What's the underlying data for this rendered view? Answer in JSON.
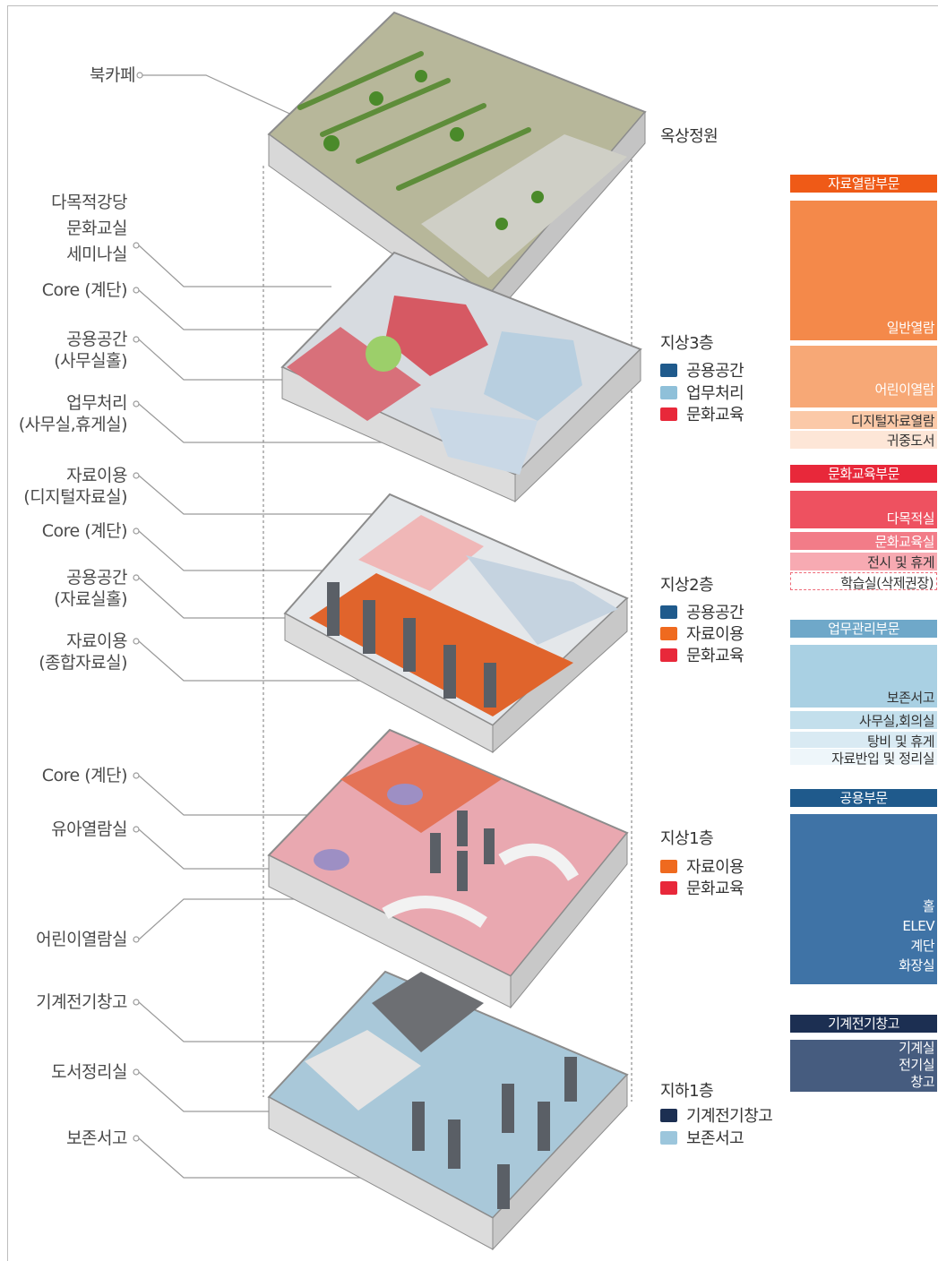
{
  "callouts": {
    "bookcafe": "북카페",
    "multi_hall": "다목적강당",
    "culture_room": "문화교실",
    "seminar": "세미나실",
    "core_3f": "Core (계단)",
    "common_3f_a": "공용공간",
    "common_3f_b": "(사무실홀)",
    "work_a": "업무처리",
    "work_b": "(사무실,휴게실)",
    "use_dig_a": "자료이용",
    "use_dig_b": "(디지털자료실)",
    "core_2f": "Core (계단)",
    "common_2f_a": "공용공간",
    "common_2f_b": "(자료실홀)",
    "use_gen_a": "자료이용",
    "use_gen_b": "(종합자료실)",
    "core_1f": "Core (계단)",
    "infant": "유아열람실",
    "child": "어린이열람실",
    "mech": "기계전기창고",
    "book_proc": "도서정리실",
    "archive": "보존서고"
  },
  "floors": {
    "roof": {
      "title": "옥상정원"
    },
    "f3": {
      "title": "지상3층",
      "legend": [
        "공용공간",
        "업무처리",
        "문화교육"
      ]
    },
    "f2": {
      "title": "지상2층",
      "legend": [
        "공용공간",
        "자료이용",
        "문화교육"
      ]
    },
    "f1": {
      "title": "지상1층",
      "legend": [
        "자료이용",
        "문화교육"
      ]
    },
    "b1": {
      "title": "지하1층",
      "legend": [
        "기계전기창고",
        "보존서고"
      ]
    }
  },
  "colors": {
    "common": "#1f5a8c",
    "work": "#8fc0d9",
    "culture": "#e8283a",
    "use": "#ef6a1f",
    "mech": "#1c2f52",
    "archive": "#9cc6dc"
  },
  "sections": {
    "s1": {
      "head": "자료열람부문",
      "items": [
        "일반열람",
        "어린이열람",
        "디지털자료열람",
        "귀중도서"
      ]
    },
    "s2": {
      "head": "문화교육부문",
      "items": [
        "다목적실",
        "문화교육실",
        "전시 및 휴게",
        "학습실(삭제권장)"
      ]
    },
    "s3": {
      "head": "업무관리부문",
      "items": [
        "보존서고",
        "사무실,회의실",
        "탕비 및 휴게",
        "자료반입 및 정리실"
      ]
    },
    "s4": {
      "head": "공용부문",
      "items": [
        "홀",
        "ELEV",
        "계단",
        "화장실"
      ]
    },
    "s5": {
      "head": "기계전기창고",
      "items": [
        "기계실",
        "전기실",
        "창고"
      ]
    }
  }
}
